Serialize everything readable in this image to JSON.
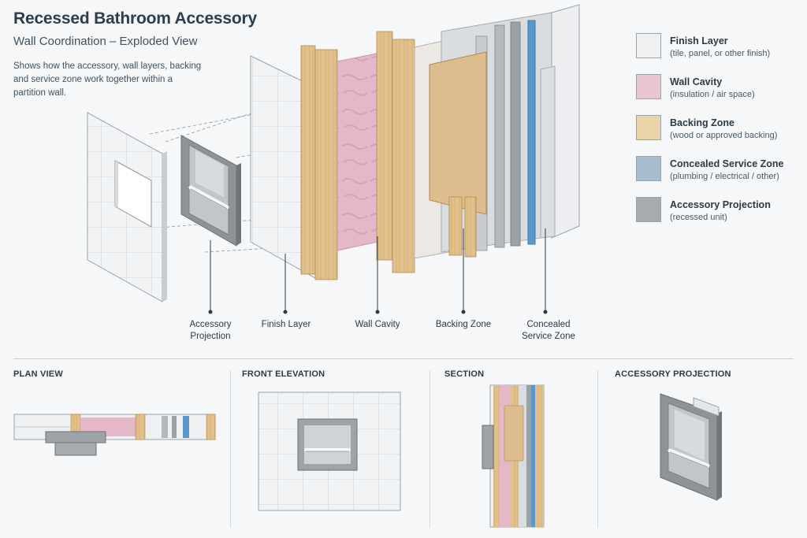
{
  "header": {
    "title": "Recessed Bathroom Accessory",
    "subtitle": "Wall Coordination – Exploded View",
    "description": "Shows how the accessory, wall layers, backing and service zone work together within a partition wall."
  },
  "callouts": {
    "accessory": "Accessory Projection",
    "finish": "Finish Layer",
    "cavity": "Wall Cavity",
    "backing": "Backing Zone",
    "service": "Concealed Service Zone"
  },
  "legend": [
    {
      "title": "Finish Layer",
      "sub": "(tile, panel, or other finish)",
      "color": "#eef0f1"
    },
    {
      "title": "Wall Cavity",
      "sub": "(insulation / air space)",
      "color": "#e9c5d2"
    },
    {
      "title": "Backing Zone",
      "sub": "(wood or approved backing)",
      "color": "#ead3a8"
    },
    {
      "title": "Concealed Service Zone",
      "sub": "(plumbing / electrical / other)",
      "color": "#a9bccb"
    },
    {
      "title": "Accessory Projection",
      "sub": "(recessed unit)",
      "color": "#a7abae"
    }
  ],
  "views": {
    "plan": "PLAN VIEW",
    "front": "FRONT ELEVATION",
    "section": "SECTION",
    "projection": "ACCESSORY PROJECTION"
  }
}
